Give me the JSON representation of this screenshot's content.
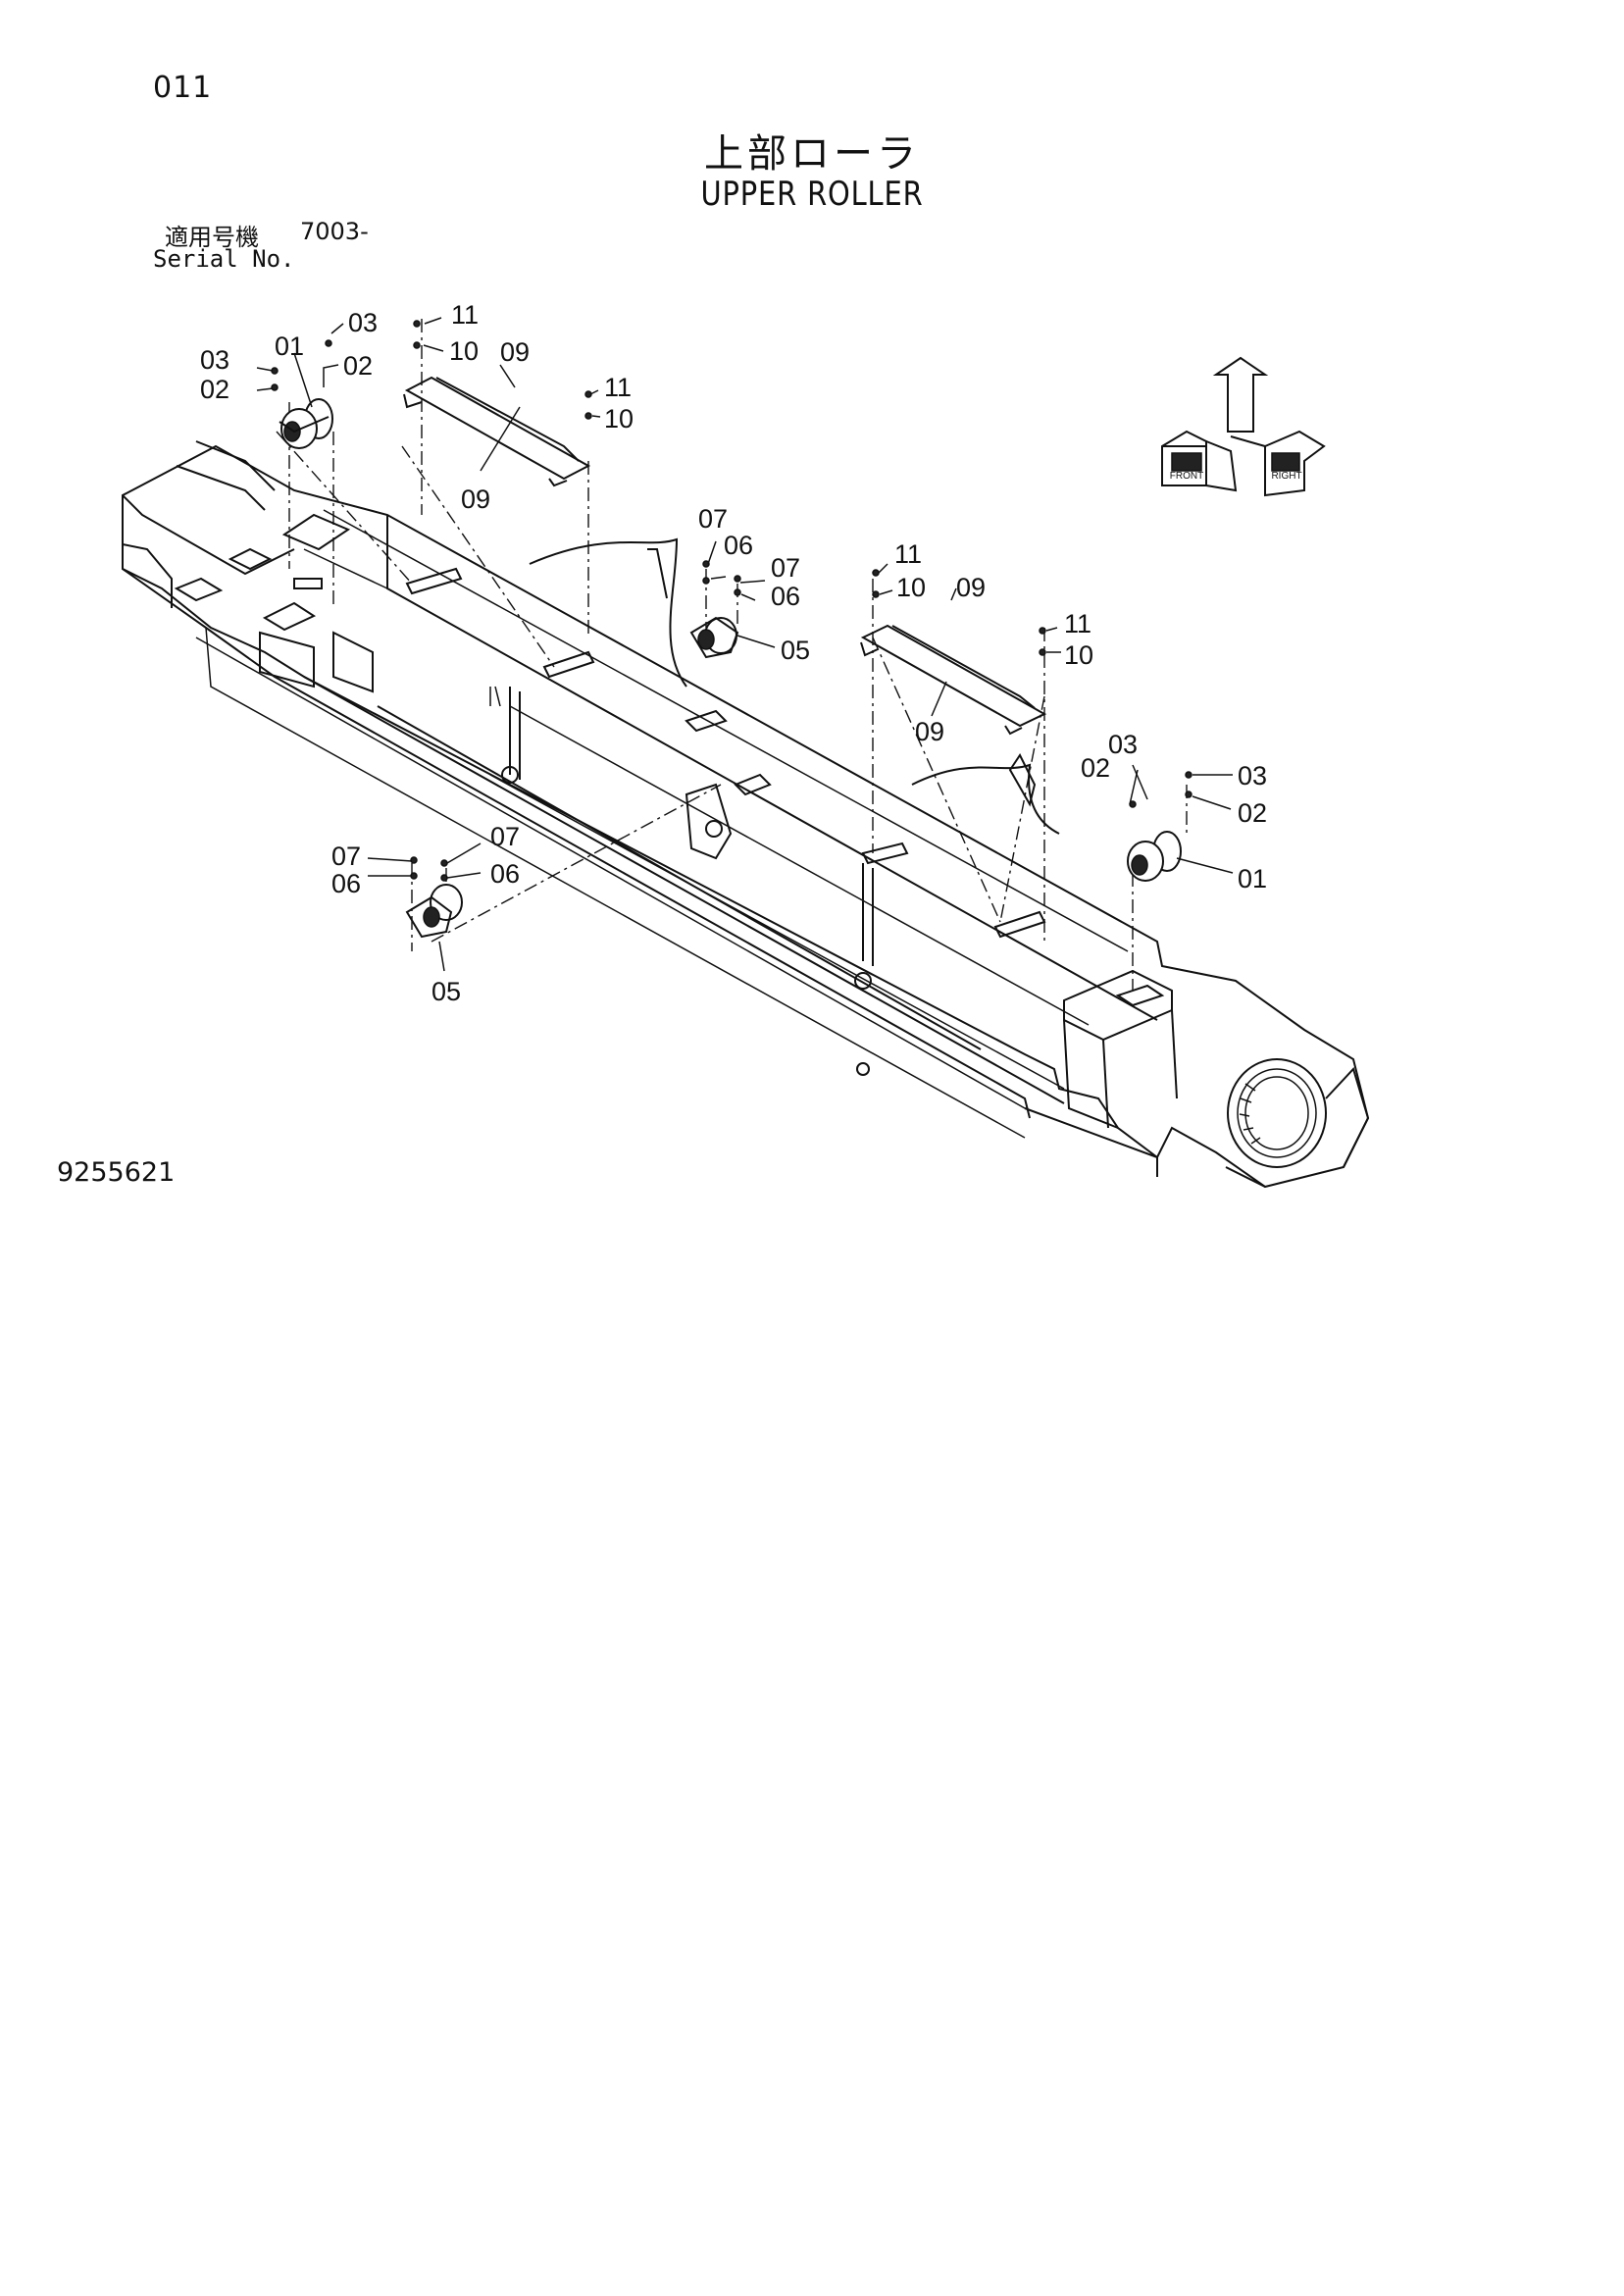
{
  "header": {
    "page_number": "011",
    "title_ja": "上部ローラ",
    "title_en": "UPPER ROLLER",
    "serial_label_ja": "適用号機",
    "serial_value": "7003-",
    "serial_label_en": "Serial No."
  },
  "footer": {
    "drawing_number": "9255621"
  },
  "direction_symbol": {
    "icon": "front-right-direction-icon",
    "labels": [
      "FRONT",
      "RIGHT"
    ]
  },
  "callouts": {
    "c01a": "01",
    "c01b": "01",
    "c02a": "02",
    "c02b": "02",
    "c02c": "02",
    "c02d": "02",
    "c03a": "03",
    "c03b": "03",
    "c03c": "03",
    "c03d": "03",
    "c05a": "05",
    "c05b": "05",
    "c06a": "06",
    "c06b": "06",
    "c06c": "06",
    "c06d": "06",
    "c07a": "07",
    "c07b": "07",
    "c07c": "07",
    "c07d": "07",
    "c09a": "09",
    "c09b": "09",
    "c09c": "09",
    "c09d": "09",
    "c10a": "10",
    "c10b": "10",
    "c10c": "10",
    "c10d": "10",
    "c11a": "11",
    "c11b": "11",
    "c11c": "11",
    "c11d": "11"
  }
}
